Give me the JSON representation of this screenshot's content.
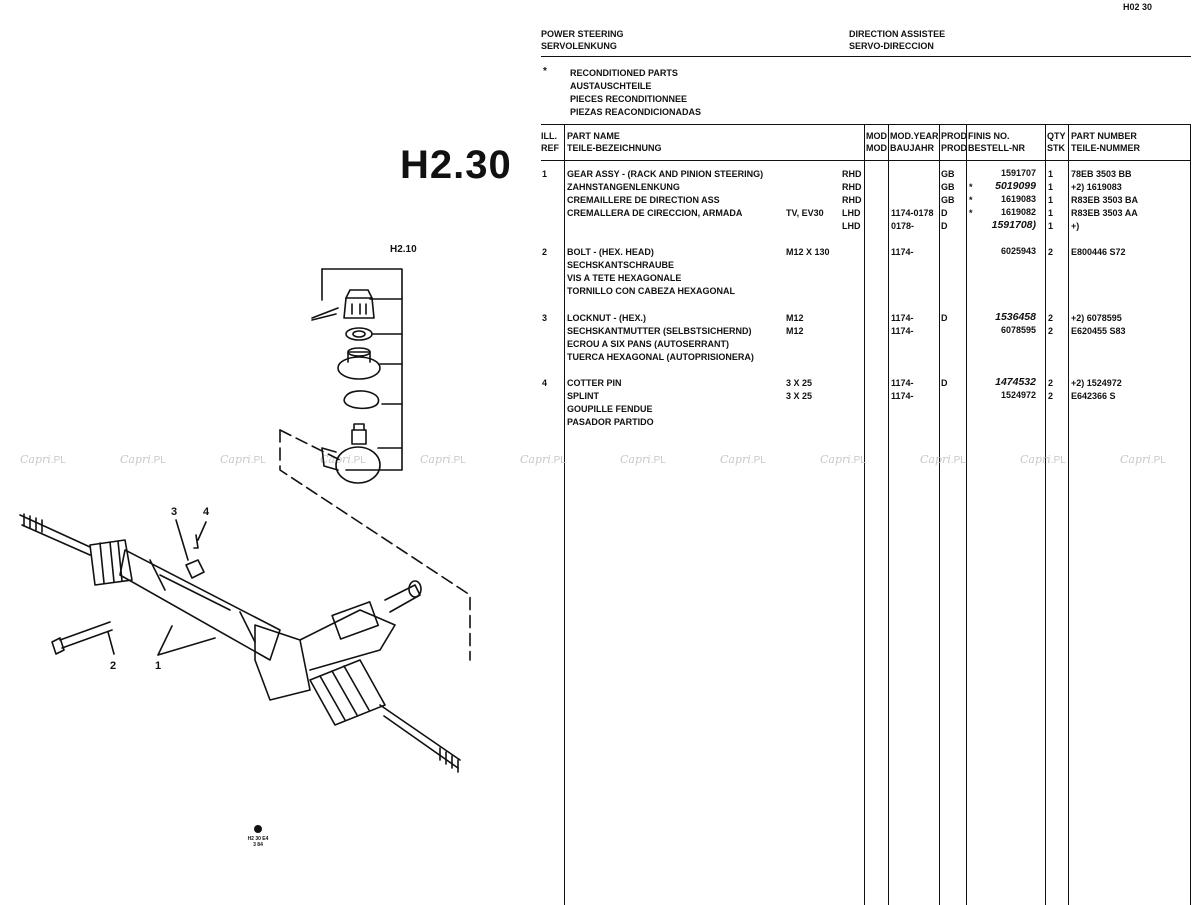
{
  "page_code": "H02 30",
  "section_code": "H2.30",
  "titles": {
    "en_de": [
      "POWER STEERING",
      "SERVOLENKUNG"
    ],
    "fr_es": [
      "DIRECTION ASSISTEE",
      "SERVO-DIRECCION"
    ]
  },
  "reconditioned": {
    "marker": "*",
    "lines": [
      "RECONDITIONED PARTS",
      "AUSTAUSCHTEILE",
      "PIECES RECONDITIONNEE",
      "PIEZAS REACONDICIONADAS"
    ]
  },
  "columns": {
    "ill_ref": [
      "ILL.",
      "REF"
    ],
    "part_name": [
      "PART NAME",
      "TEILE-BEZEICHNUNG"
    ],
    "mod": [
      "MOD",
      "MOD"
    ],
    "mod_year": [
      "MOD.YEAR",
      "BAUJAHR"
    ],
    "prod": [
      "PROD",
      "PROD"
    ],
    "finis": [
      "FINIS NO.",
      "BESTELL-NR"
    ],
    "qty": [
      "QTY",
      "STK"
    ],
    "part_number": [
      "PART NUMBER",
      "TEILE-NUMMER"
    ]
  },
  "parts": [
    {
      "ref": "1",
      "names": [
        "GEAR ASSY - (RACK AND PINION STEERING)",
        "ZAHNSTANGENLENKUNG",
        "CREMAILLERE DE DIRECTION ASS",
        "CREMALLERA DE CIRECCION, ARMADA"
      ],
      "rows": [
        {
          "spec": "",
          "side": "RHD",
          "year": "",
          "prod": "GB",
          "star": "",
          "finis": "1591707",
          "italic": false,
          "qty": "1",
          "part": "78EB 3503 BB"
        },
        {
          "spec": "",
          "side": "RHD",
          "year": "",
          "prod": "GB",
          "star": "*",
          "finis": "5019099",
          "italic": true,
          "qty": "1",
          "part": "+2) 1619083"
        },
        {
          "spec": "",
          "side": "RHD",
          "year": "",
          "prod": "GB",
          "star": "*",
          "finis": "1619083",
          "italic": false,
          "qty": "1",
          "part": "R83EB 3503 BA"
        },
        {
          "spec": "TV, EV30",
          "side": "LHD",
          "year": "1174-0178",
          "prod": "D",
          "star": "*",
          "finis": "1619082",
          "italic": false,
          "qty": "1",
          "part": "R83EB 3503 AA"
        },
        {
          "spec": "",
          "side": "LHD",
          "year": "0178-",
          "prod": "D",
          "star": "",
          "finis": "1591708)",
          "italic": true,
          "qty": "1",
          "part": "+)"
        }
      ]
    },
    {
      "ref": "2",
      "names": [
        "BOLT - (HEX. HEAD)",
        "SECHSKANTSCHRAUBE",
        "VIS A TETE HEXAGONALE",
        "TORNILLO CON CABEZA HEXAGONAL"
      ],
      "rows": [
        {
          "spec": "M12 X 130",
          "side": "",
          "year": "1174-",
          "prod": "",
          "star": "",
          "finis": "6025943",
          "italic": false,
          "qty": "2",
          "part": "E800446 S72"
        }
      ]
    },
    {
      "ref": "3",
      "names": [
        "LOCKNUT - (HEX.)",
        "SECHSKANTMUTTER (SELBSTSICHERND)",
        "ECROU A SIX PANS (AUTOSERRANT)",
        "TUERCA HEXAGONAL (AUTOPRISIONERA)"
      ],
      "rows": [
        {
          "spec": "M12",
          "side": "",
          "year": "1174-",
          "prod": "D",
          "star": "",
          "finis": "1536458",
          "italic": true,
          "qty": "2",
          "part": "+2) 6078595"
        },
        {
          "spec": "M12",
          "side": "",
          "year": "1174-",
          "prod": "",
          "star": "",
          "finis": "6078595",
          "italic": false,
          "qty": "2",
          "part": "E620455 S83"
        }
      ]
    },
    {
      "ref": "4",
      "names": [
        "COTTER PIN",
        "SPLINT",
        "GOUPILLE FENDUE",
        "PASADOR PARTIDO"
      ],
      "rows": [
        {
          "spec": "3 X 25",
          "side": "",
          "year": "1174-",
          "prod": "D",
          "star": "",
          "finis": "1474532",
          "italic": true,
          "qty": "2",
          "part": "+2) 1524972"
        },
        {
          "spec": "3 X 25",
          "side": "",
          "year": "1174-",
          "prod": "",
          "star": "",
          "finis": "1524972",
          "italic": false,
          "qty": "2",
          "part": "E642366 S"
        }
      ]
    }
  ],
  "watermark": {
    "script": "Capri",
    "suffix": ".PL"
  },
  "figure": {
    "ref_label": "H2.10",
    "callouts": [
      "1",
      "2",
      "3",
      "4"
    ],
    "footer": [
      "H2 30 E4",
      "3 84"
    ]
  }
}
